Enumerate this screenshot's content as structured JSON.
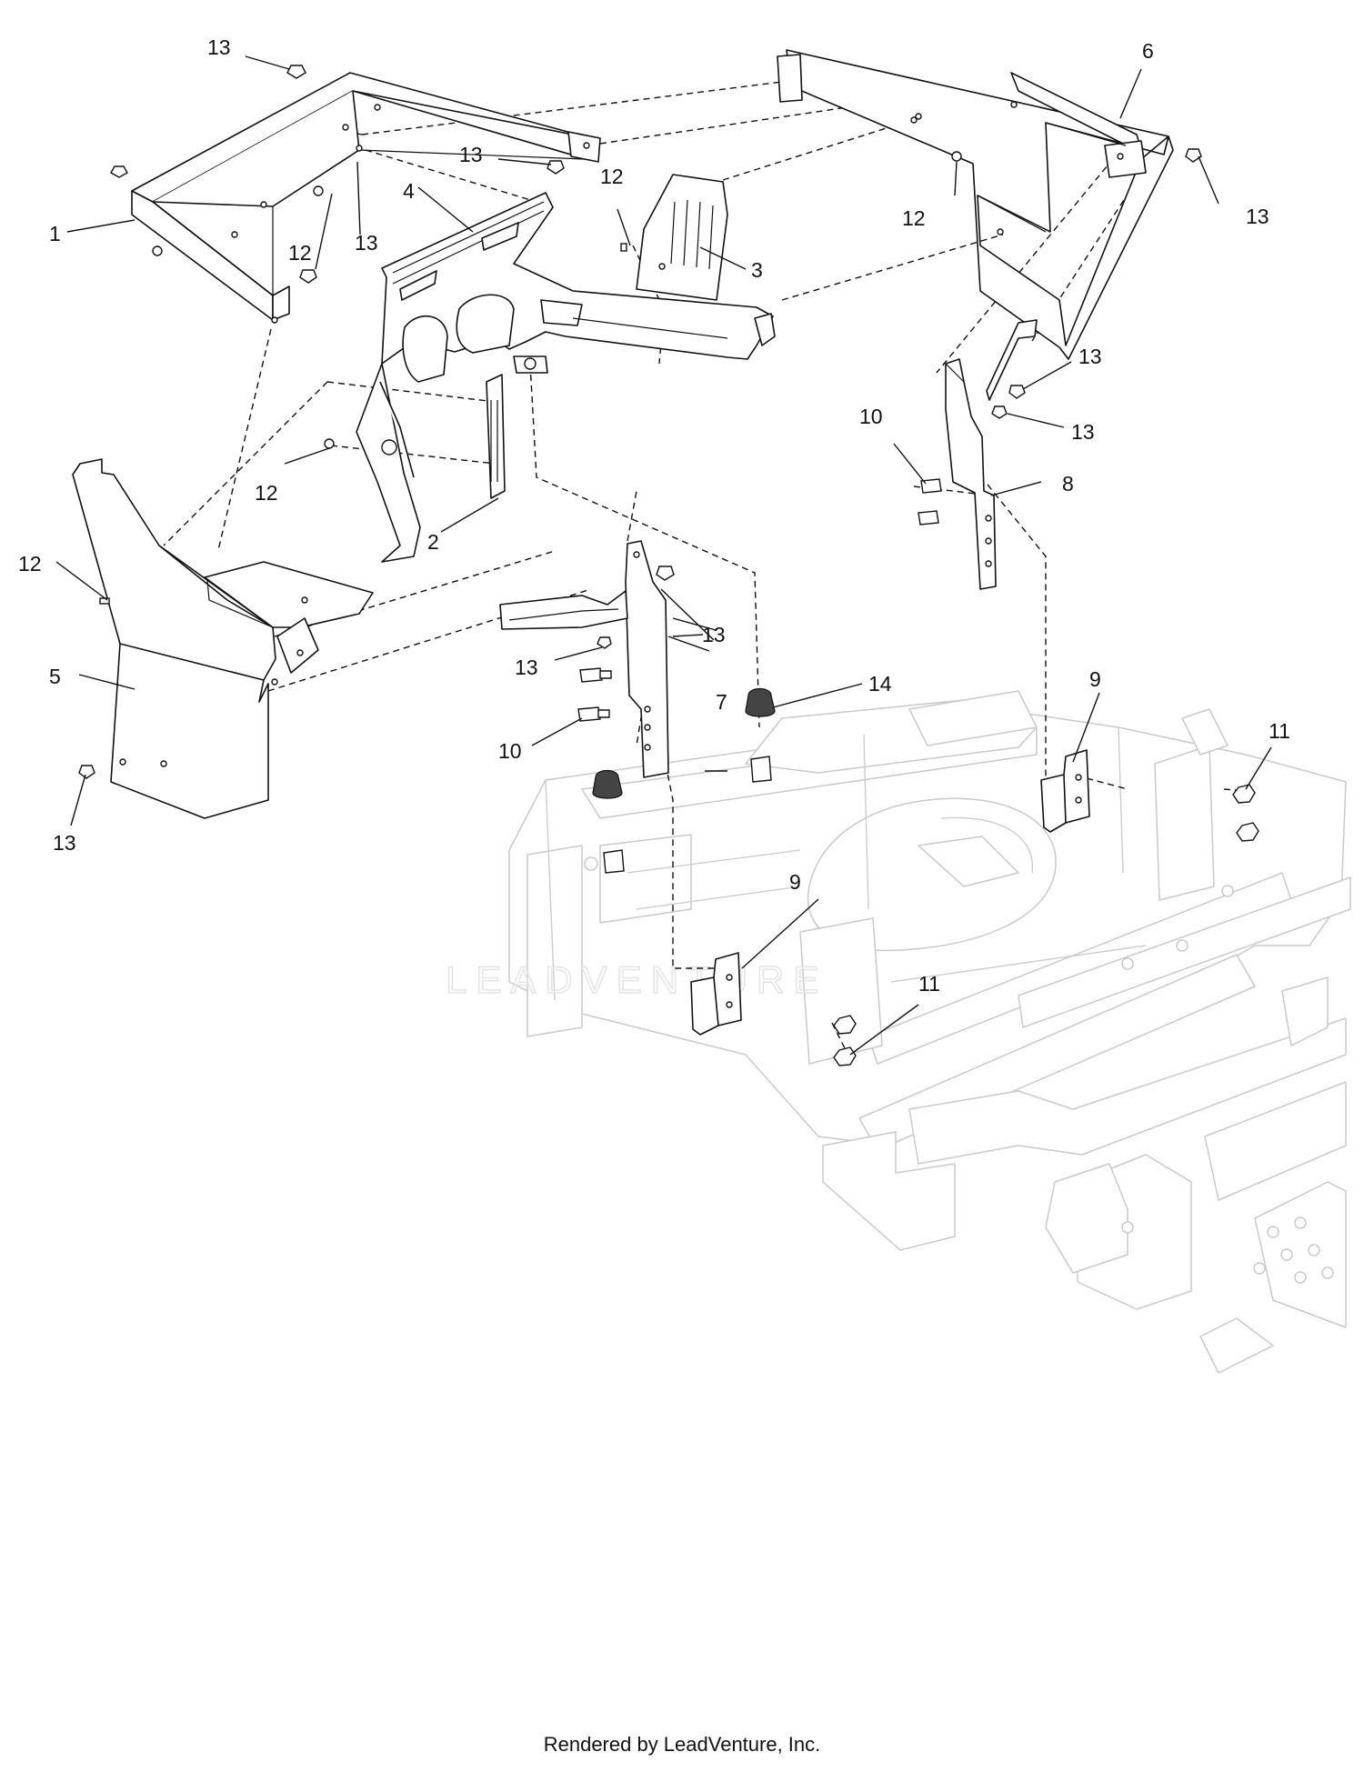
{
  "footer": {
    "text": "Rendered by LeadVenture, Inc."
  },
  "watermark": {
    "text": "LEADVENTURE"
  },
  "callouts": {
    "c1": "1",
    "c2": "2",
    "c3": "3",
    "c4": "4",
    "c5": "5",
    "c6": "6",
    "c7": "7",
    "c8": "8",
    "c9a": "9",
    "c9b": "9",
    "c10a": "10",
    "c10b": "10",
    "c11a": "11",
    "c11b": "11",
    "c12a": "12",
    "c12b": "12",
    "c12c": "12",
    "c12d": "12",
    "c12e": "12",
    "c13a": "13",
    "c13b": "13",
    "c13c": "13",
    "c13d": "13",
    "c13e": "13",
    "c13f": "13",
    "c13g": "13",
    "c13h": "13",
    "c13i": "13",
    "c14": "14"
  },
  "colors": {
    "line": "#111111",
    "frame": "#c9c9c9",
    "background": "#ffffff"
  }
}
